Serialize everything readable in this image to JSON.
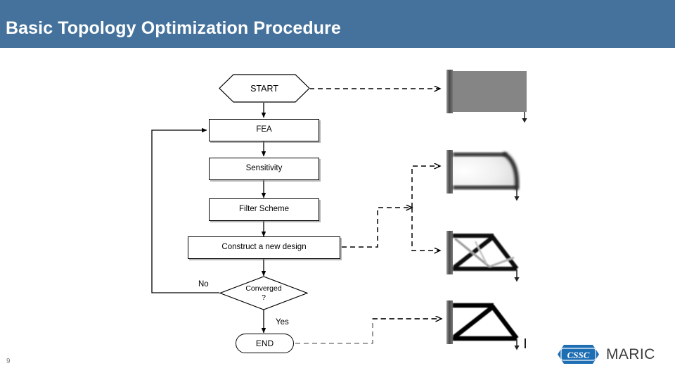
{
  "header": {
    "title": "Basic Topology Optimization Procedure",
    "background_color": "#44729c",
    "text_color": "#ffffff"
  },
  "flowchart": {
    "nodes": [
      {
        "id": "start",
        "label": "START",
        "shape": "hexagon"
      },
      {
        "id": "fea",
        "label": "FEA",
        "shape": "rectangle"
      },
      {
        "id": "sens",
        "label": "Sensitivity",
        "shape": "rectangle"
      },
      {
        "id": "filter",
        "label": "Filter Scheme",
        "shape": "rectangle"
      },
      {
        "id": "construct",
        "label": "Construct a new design",
        "shape": "rectangle"
      },
      {
        "id": "converged",
        "label": "Converged\n?",
        "shape": "diamond"
      },
      {
        "id": "end",
        "label": "END",
        "shape": "stadium"
      }
    ],
    "converged_line1": "Converged",
    "converged_line2": "?",
    "edge_labels": {
      "no": "No",
      "yes": "Yes"
    }
  },
  "figures": [
    {
      "id": "design-domain",
      "name": "initial-design-domain",
      "caption": "",
      "stage": "design domain"
    },
    {
      "id": "intermediate-density",
      "name": "intermediate-density-field",
      "caption": "",
      "stage": "intermediate density field"
    },
    {
      "id": "evolving-truss",
      "name": "evolving-truss-topology",
      "caption": "",
      "stage": "evolving topology"
    },
    {
      "id": "final-truss",
      "name": "converged-truss-topology",
      "caption": "",
      "stage": "converged topology"
    }
  ],
  "footer": {
    "page_number": "9",
    "logo_badge_text": "CSSC",
    "logo_text": "MARIC",
    "logo_color": "#1e6eb4",
    "logo_text_color": "#3d3d3d"
  }
}
